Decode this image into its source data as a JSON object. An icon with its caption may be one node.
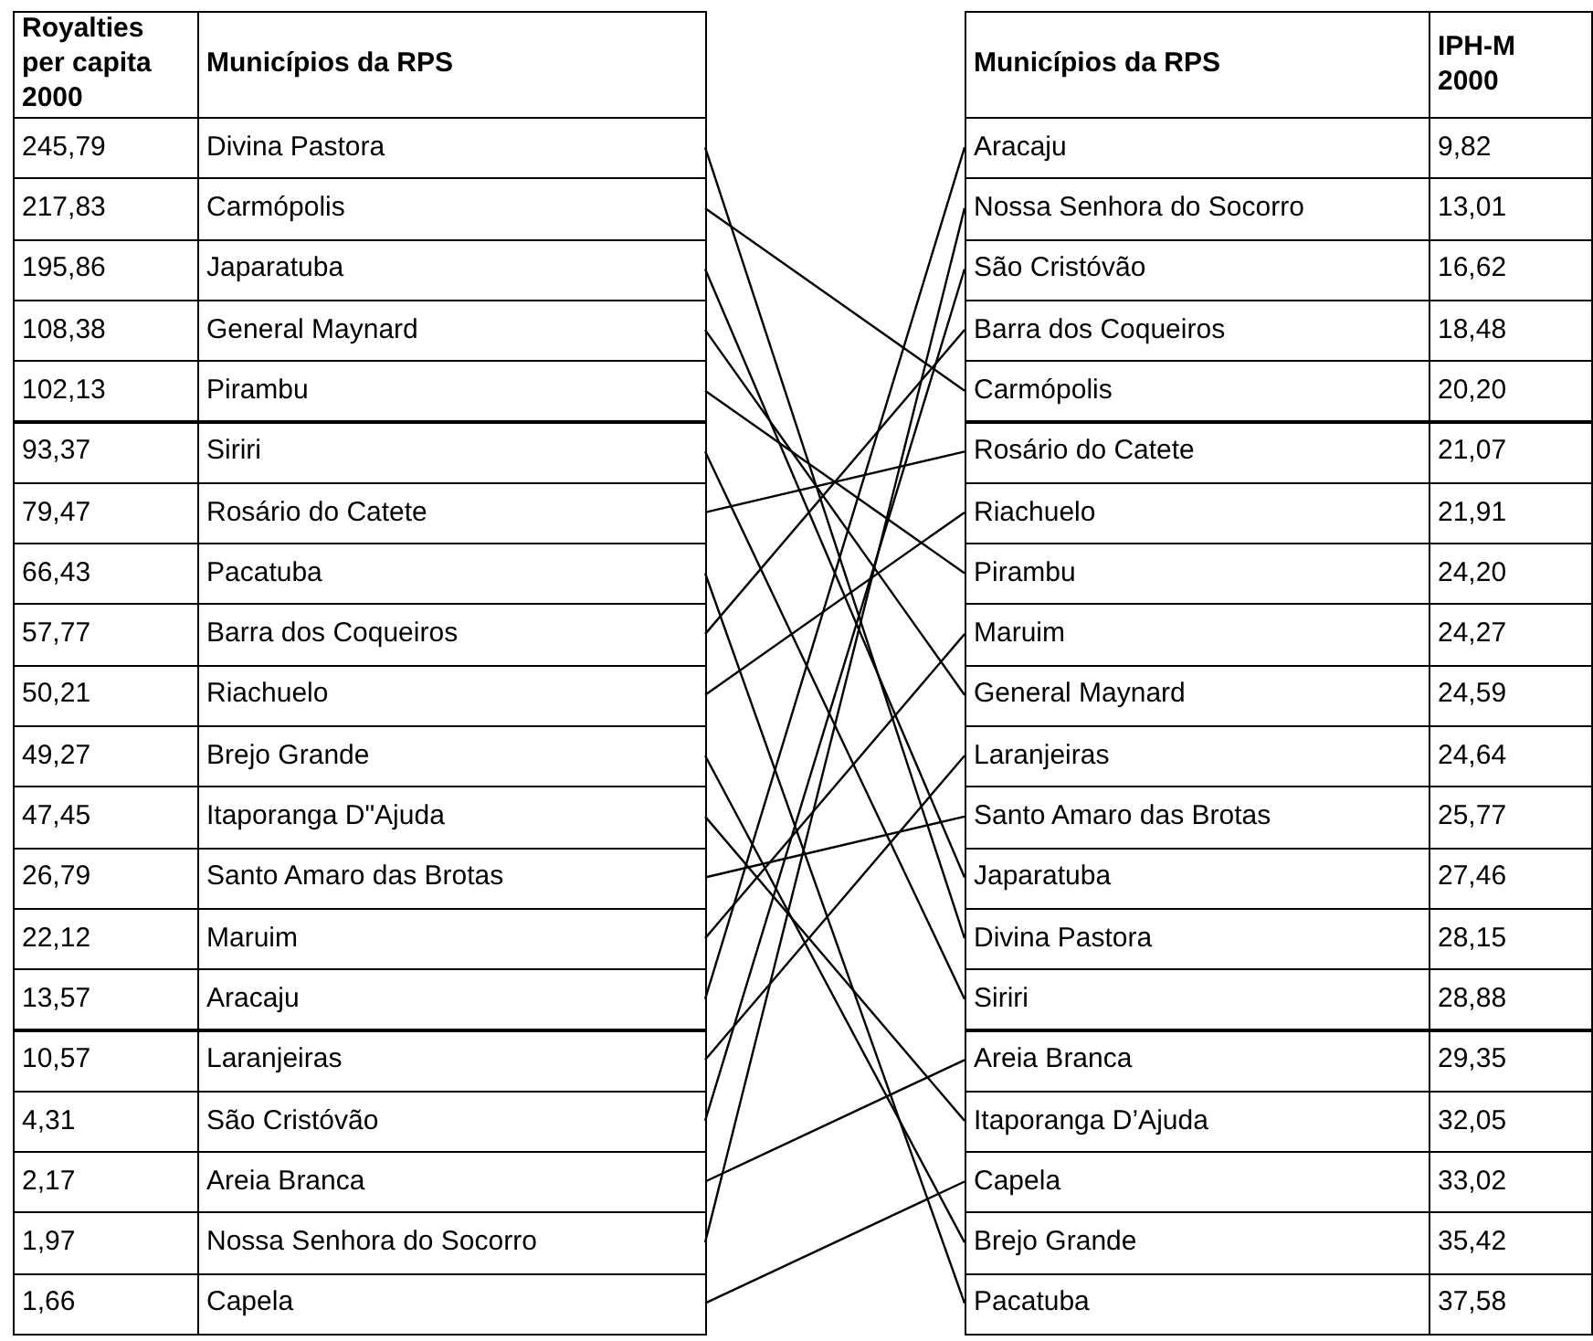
{
  "diagram": {
    "nodes": [
      {
        "text": [
          "Divina Pastora"
        ]
      },
      {
        "text": [
          "Carmópolis"
        ]
      },
      {
        "text": [
          "Japaratuba"
        ]
      },
      {
        "text": [
          "General Maynard"
        ]
      },
      {
        "text": [
          "Pirambu"
        ]
      },
      {
        "text": [
          "Siriri"
        ]
      },
      {
        "text": [
          "Rosário do Catete"
        ]
      },
      {
        "text": [
          "Pacatuba"
        ]
      },
      {
        "text": [
          "Barra dos Coqueiros"
        ]
      },
      {
        "text": [
          "Riachuelo"
        ]
      },
      {
        "text": [
          "Brejo Grande"
        ]
      },
      {
        "text": [
          "Itaporanga D\"Ajuda"
        ]
      },
      {
        "text": [
          "Santo Amaro das Brotas"
        ]
      },
      {
        "text": [
          "Maruim"
        ]
      },
      {
        "text": [
          "Aracaju"
        ]
      },
      {
        "text": [
          "Laranjeiras"
        ]
      },
      {
        "text": [
          "São Cristóvão"
        ]
      },
      {
        "text": [
          "Areia Branca"
        ]
      },
      {
        "text": [
          "Nossa Senhora do Socorro"
        ]
      },
      {
        "text": [
          "Capela"
        ]
      },
      {
        "text": [
          "Aracaju"
        ]
      },
      {
        "text": [
          "Nossa Senhora do Socorro"
        ]
      },
      {
        "text": [
          "São Cristóvão"
        ]
      },
      {
        "text": [
          "Barra dos Coqueiros"
        ]
      },
      {
        "text": [
          "Carmópolis"
        ]
      },
      {
        "text": [
          "Rosário do Catete"
        ]
      },
      {
        "text": [
          "Riachuelo"
        ]
      },
      {
        "text": [
          "Pirambu"
        ]
      },
      {
        "text": [
          "Maruim"
        ]
      },
      {
        "text": [
          "General Maynard"
        ]
      },
      {
        "text": [
          "Laranjeiras"
        ]
      },
      {
        "text": [
          "Santo Amaro das Brotas"
        ]
      },
      {
        "text": [
          "Japaratuba"
        ]
      },
      {
        "text": [
          "Divina Pastora"
        ]
      },
      {
        "text": [
          "Siriri"
        ]
      },
      {
        "text": [
          "Areia Branca"
        ]
      },
      {
        "text": [
          "Itaporanga D’Ajuda"
        ]
      },
      {
        "text": [
          "Capela"
        ]
      },
      {
        "text": [
          "Brejo Grande"
        ]
      },
      {
        "text": [
          "Pacatuba"
        ]
      }
    ],
    "edges": [
      {
        "from": 0,
        "to": 33,
        "arrow": "none"
      },
      {
        "from": 1,
        "to": 24,
        "arrow": "none"
      },
      {
        "from": 2,
        "to": 32,
        "arrow": "none"
      },
      {
        "from": 3,
        "to": 29,
        "arrow": "none"
      },
      {
        "from": 4,
        "to": 27,
        "arrow": "none"
      },
      {
        "from": 5,
        "to": 34,
        "arrow": "none"
      },
      {
        "from": 6,
        "to": 25,
        "arrow": "none"
      },
      {
        "from": 7,
        "to": 39,
        "arrow": "none"
      },
      {
        "from": 8,
        "to": 23,
        "arrow": "none"
      },
      {
        "from": 9,
        "to": 26,
        "arrow": "none"
      },
      {
        "from": 10,
        "to": 38,
        "arrow": "none"
      },
      {
        "from": 11,
        "to": 36,
        "arrow": "none"
      },
      {
        "from": 12,
        "to": 31,
        "arrow": "none"
      },
      {
        "from": 13,
        "to": 28,
        "arrow": "none"
      },
      {
        "from": 14,
        "to": 20,
        "arrow": "none"
      },
      {
        "from": 15,
        "to": 30,
        "arrow": "none"
      },
      {
        "from": 16,
        "to": 22,
        "arrow": "none"
      },
      {
        "from": 17,
        "to": 35,
        "arrow": "none"
      },
      {
        "from": 18,
        "to": 21,
        "arrow": "none"
      },
      {
        "from": 19,
        "to": 37,
        "arrow": "none"
      }
    ],
    "labels": [
      "Royalties per capita 2000",
      "Municípios da RPS",
      "Municípios da RPS",
      "IPH-M 2000",
      "245,79",
      "9,82",
      "217,83",
      "13,01",
      "195,86",
      "16,62",
      "108,38",
      "18,48",
      "102,13",
      "20,20",
      "93,37",
      "21,07",
      "79,47",
      "21,91",
      "66,43",
      "24,20",
      "57,77",
      "24,27",
      "50,21",
      "24,59",
      "49,27",
      "24,64",
      "47,45",
      "25,77",
      "26,79",
      "27,46",
      "22,12",
      "28,15",
      "13,57",
      "28,88",
      "10,57",
      "29,35",
      "4,31",
      "32,05",
      "2,17",
      "33,02",
      "1,97",
      "35,42",
      "1,66",
      "37,58"
    ]
  }
}
